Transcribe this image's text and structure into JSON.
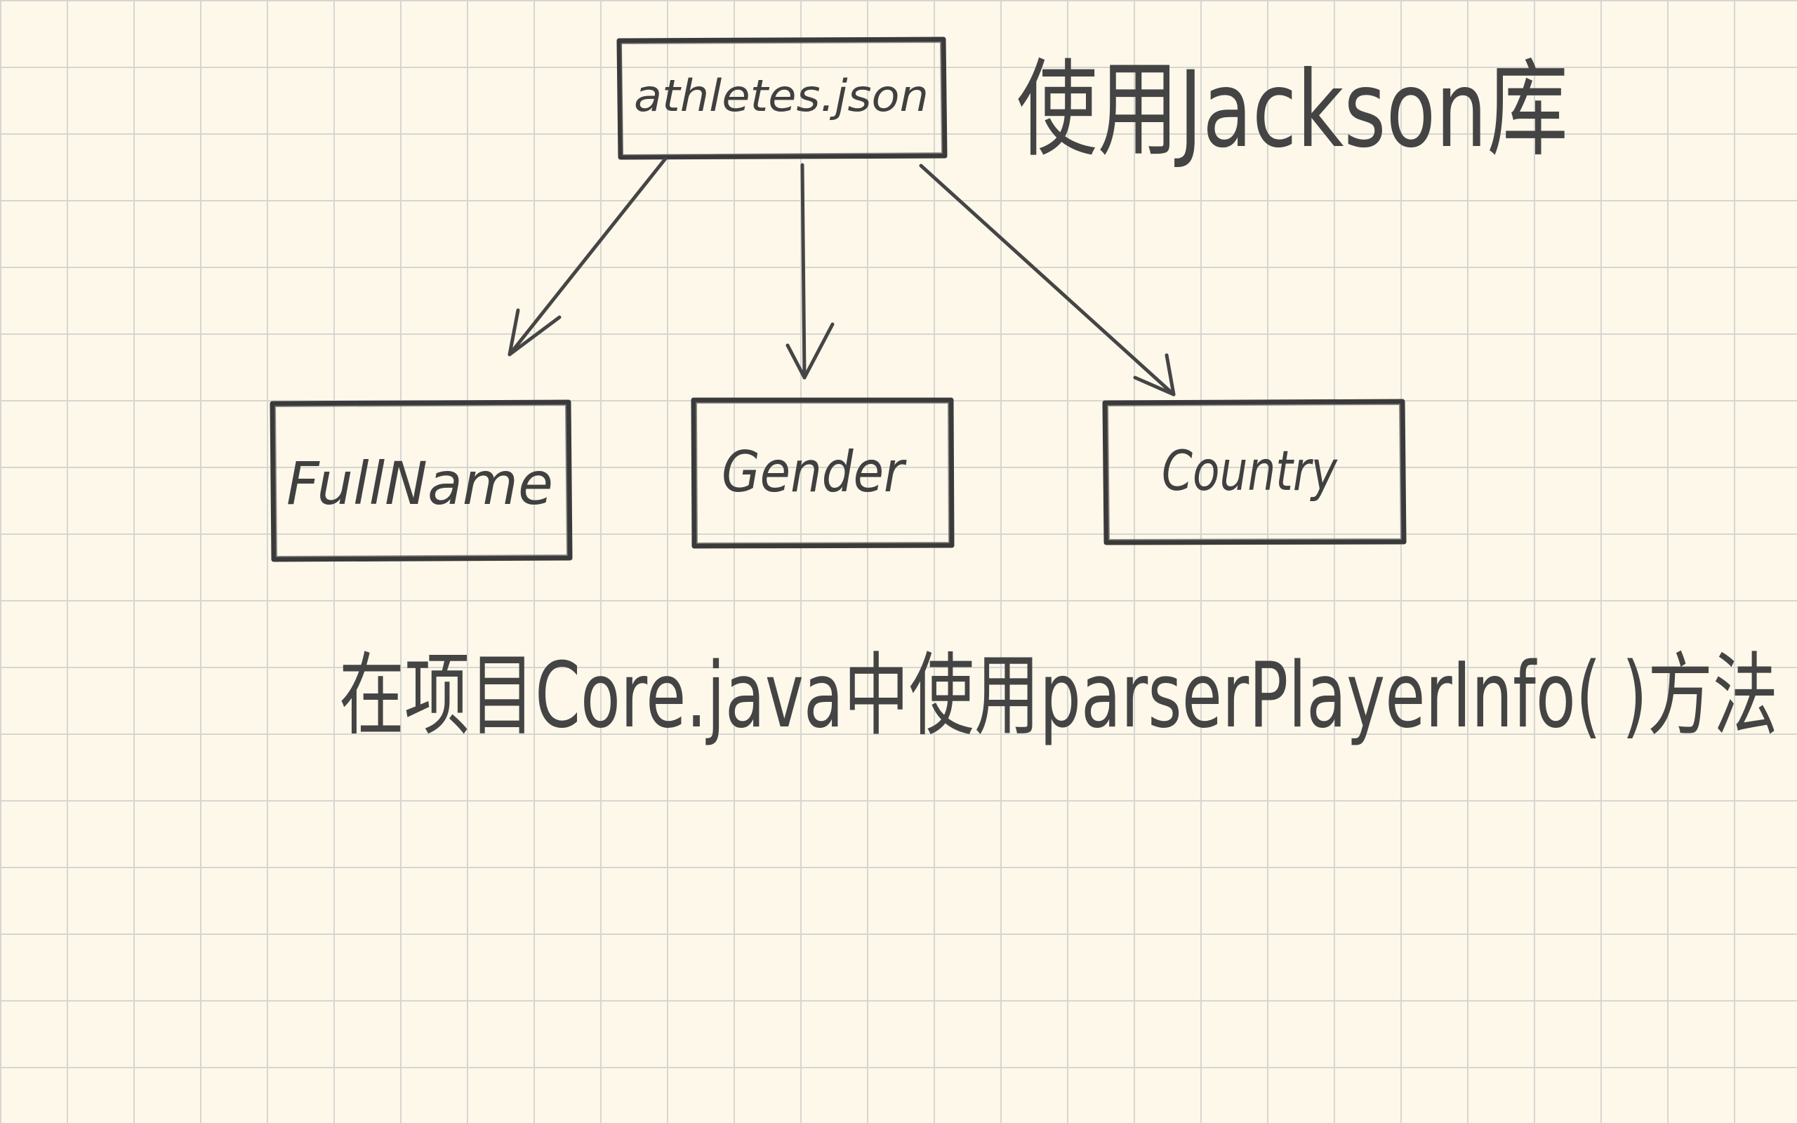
{
  "diagram": {
    "root": {
      "label": "athletes.json"
    },
    "children": [
      {
        "label": "FullName"
      },
      {
        "label": "Gender"
      },
      {
        "label": "Country"
      }
    ],
    "side_note": "使用Jackson库",
    "bottom_note": "在项目Core.java中使用parserPlayerInfo( )方法"
  },
  "colors": {
    "paper": "#fdf8e9",
    "grid": "#d6d6d1",
    "pencil": "#3a3a3a"
  }
}
